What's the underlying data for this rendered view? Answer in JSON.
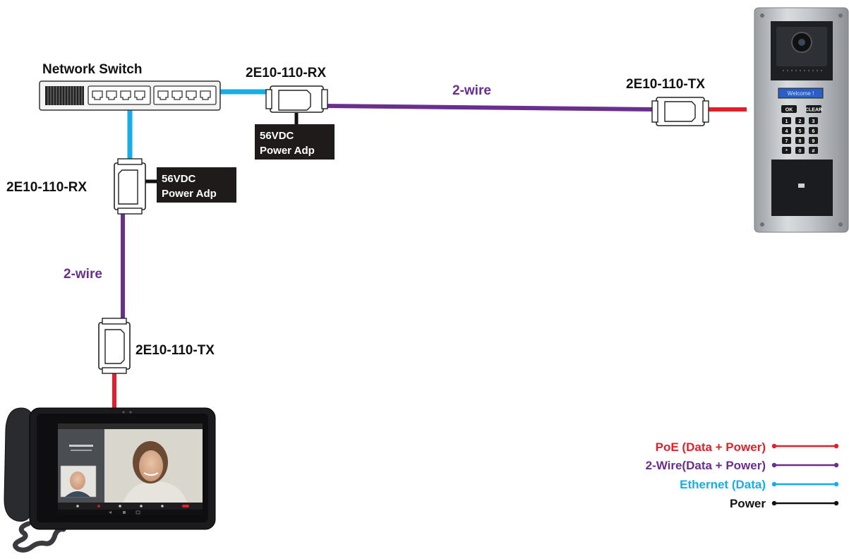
{
  "colors": {
    "poe": "#e3202a",
    "two_wire": "#6a2e8f",
    "ethernet": "#17aee8",
    "power": "#111111"
  },
  "labels": {
    "network_switch": "Network Switch",
    "rx_top": "2E10-110-RX",
    "tx_top": "2E10-110-TX",
    "rx_left": "2E10-110-RX",
    "tx_left": "2E10-110-TX",
    "wire_top": "2-wire",
    "wire_left": "2-wire"
  },
  "adapters": {
    "top": {
      "line1": "56VDC",
      "line2": "Power Adp"
    },
    "left": {
      "line1": "56VDC",
      "line2": "Power Adp"
    }
  },
  "door_station": {
    "display": "Welcome !",
    "ok_key": "OK",
    "clear_key": "CLEAR",
    "keys": [
      "1",
      "2",
      "3",
      "4",
      "5",
      "6",
      "7",
      "8",
      "9",
      "*",
      "0",
      "#"
    ]
  },
  "legend": [
    {
      "label": "PoE (Data + Power)",
      "color": "#e3202a"
    },
    {
      "label": "2-Wire(Data + Power)",
      "color": "#6a2e8f"
    },
    {
      "label": "Ethernet (Data)",
      "color": "#17aee8"
    },
    {
      "label": "Power",
      "color": "#111111"
    }
  ]
}
